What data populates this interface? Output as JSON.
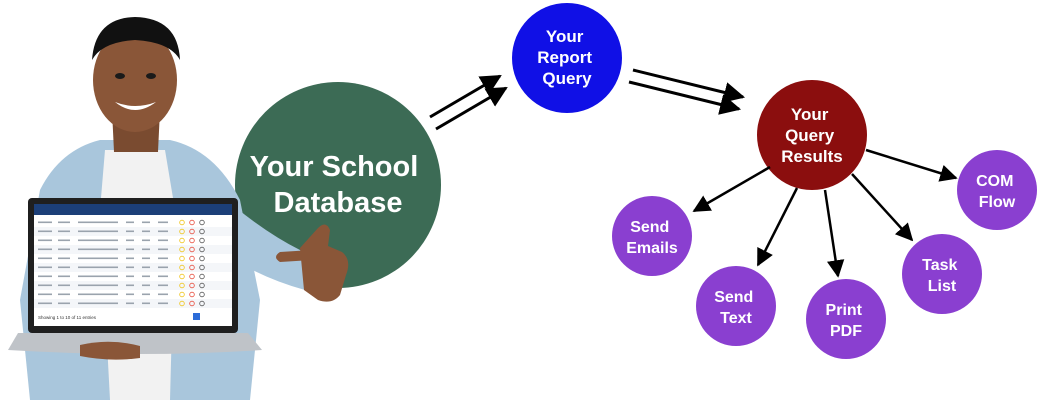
{
  "colors": {
    "database": "#3c6b55",
    "report_query": "#1010e6",
    "query_results": "#8b0e0e",
    "action": "#8a3fd0",
    "arrow": "#000000",
    "text": "#ffffff"
  },
  "database": {
    "lines": [
      "Your School",
      "Database"
    ]
  },
  "report_query": {
    "lines": [
      "Your",
      "Report",
      "Query"
    ]
  },
  "query_results": {
    "lines": [
      "Your",
      "Query",
      "Results"
    ]
  },
  "actions": [
    {
      "id": "send-emails",
      "lines": [
        "Send",
        "Emails"
      ]
    },
    {
      "id": "send-text",
      "lines": [
        "Send",
        "Text"
      ]
    },
    {
      "id": "print-pdf",
      "lines": [
        "Print",
        "PDF"
      ]
    },
    {
      "id": "task-list",
      "lines": [
        "Task",
        "List"
      ]
    },
    {
      "id": "com-flow",
      "lines": [
        "COM",
        "Flow"
      ]
    }
  ],
  "laptop_table": {
    "footer": "Showing 1 to 10 of 11 entries"
  },
  "icons": [
    "person-with-laptop-illustration",
    "pointing-hand-icon"
  ]
}
